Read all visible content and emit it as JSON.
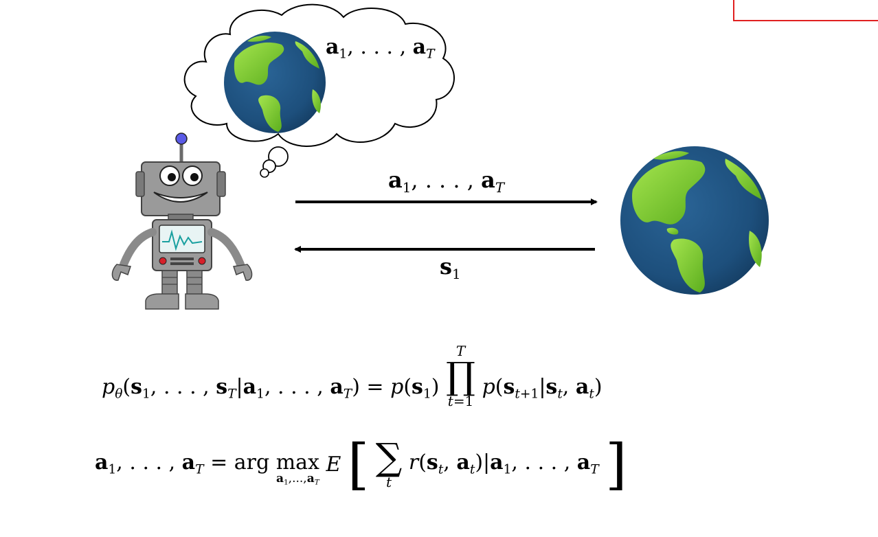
{
  "thought_label": "a1, ..., aT",
  "arrow_forward_label": "a1, ..., aT",
  "arrow_back_label": "s1",
  "equations": {
    "dynamics": "pθ(s1, ..., sT | a1, ..., aT) = p(s1) ∏_{t=1}^{T} p(s_{t+1} | s_t, a_t)",
    "planning": "a1, ..., aT = arg max_{a1,...,aT} E [ Σ_t r(s_t, a_t) | a1, ..., aT ]"
  },
  "colors": {
    "ocean": "#1f4e7a",
    "land": "#8ad13a",
    "robot_body": "#9a9a9a",
    "robot_dark": "#6b6b6b",
    "antenna_ball": "#5a5ae6",
    "screen": "#e8f4f4",
    "heartbeat": "#1aa0a0",
    "light_red": "#d6202a",
    "frame_red": "#e02020"
  }
}
